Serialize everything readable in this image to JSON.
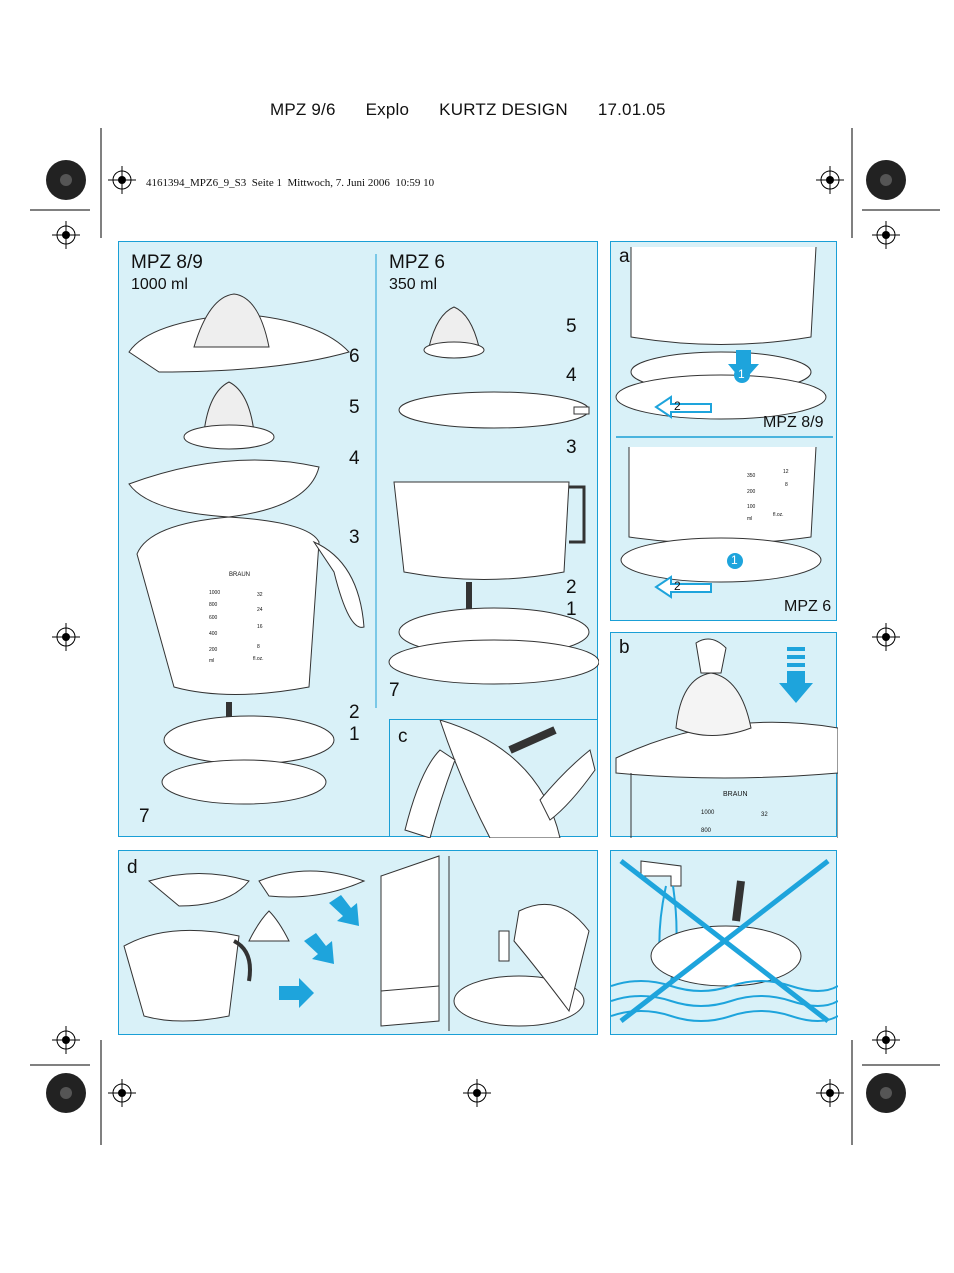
{
  "header": {
    "model": "MPZ 9/6",
    "type": "Explo",
    "designer": "KURTZ DESIGN",
    "date": "17.01.05"
  },
  "print_line": "4161394_MPZ6_9_S3  Seite 1  Mittwoch, 7. Juni 2006  10:59 10",
  "main": {
    "left_model": "MPZ 8/9",
    "left_volume": "1000 ml",
    "right_model": "MPZ 6",
    "right_volume": "350 ml",
    "left_parts": [
      "6",
      "5",
      "4",
      "3",
      "2",
      "1",
      "7"
    ],
    "right_parts": [
      "5",
      "4",
      "3",
      "2",
      "1",
      "7"
    ]
  },
  "panel_a": {
    "letter": "a",
    "top_label": "MPZ 8/9",
    "bottom_label": "MPZ 6",
    "step1": "1",
    "step2": "2"
  },
  "panel_b": {
    "letter": "b"
  },
  "panel_c": {
    "letter": "c"
  },
  "panel_d": {
    "letter": "d"
  },
  "jug_scale": {
    "brand": "BRAUN",
    "ml": [
      "1000",
      "800",
      "600",
      "400",
      "200"
    ],
    "floz": [
      "32",
      "24",
      "16",
      "8"
    ],
    "ml_unit": "ml",
    "oz_unit": "fl.oz."
  },
  "small_scale": {
    "ml": [
      "350",
      "200",
      "100"
    ],
    "floz": [
      "12",
      "8"
    ],
    "ml_unit": "ml",
    "oz_unit": "fl.oz."
  },
  "colors": {
    "panel_bg": "#d9f1f8",
    "border": "#1a9fd6",
    "arrow": "#1ea4dc"
  }
}
